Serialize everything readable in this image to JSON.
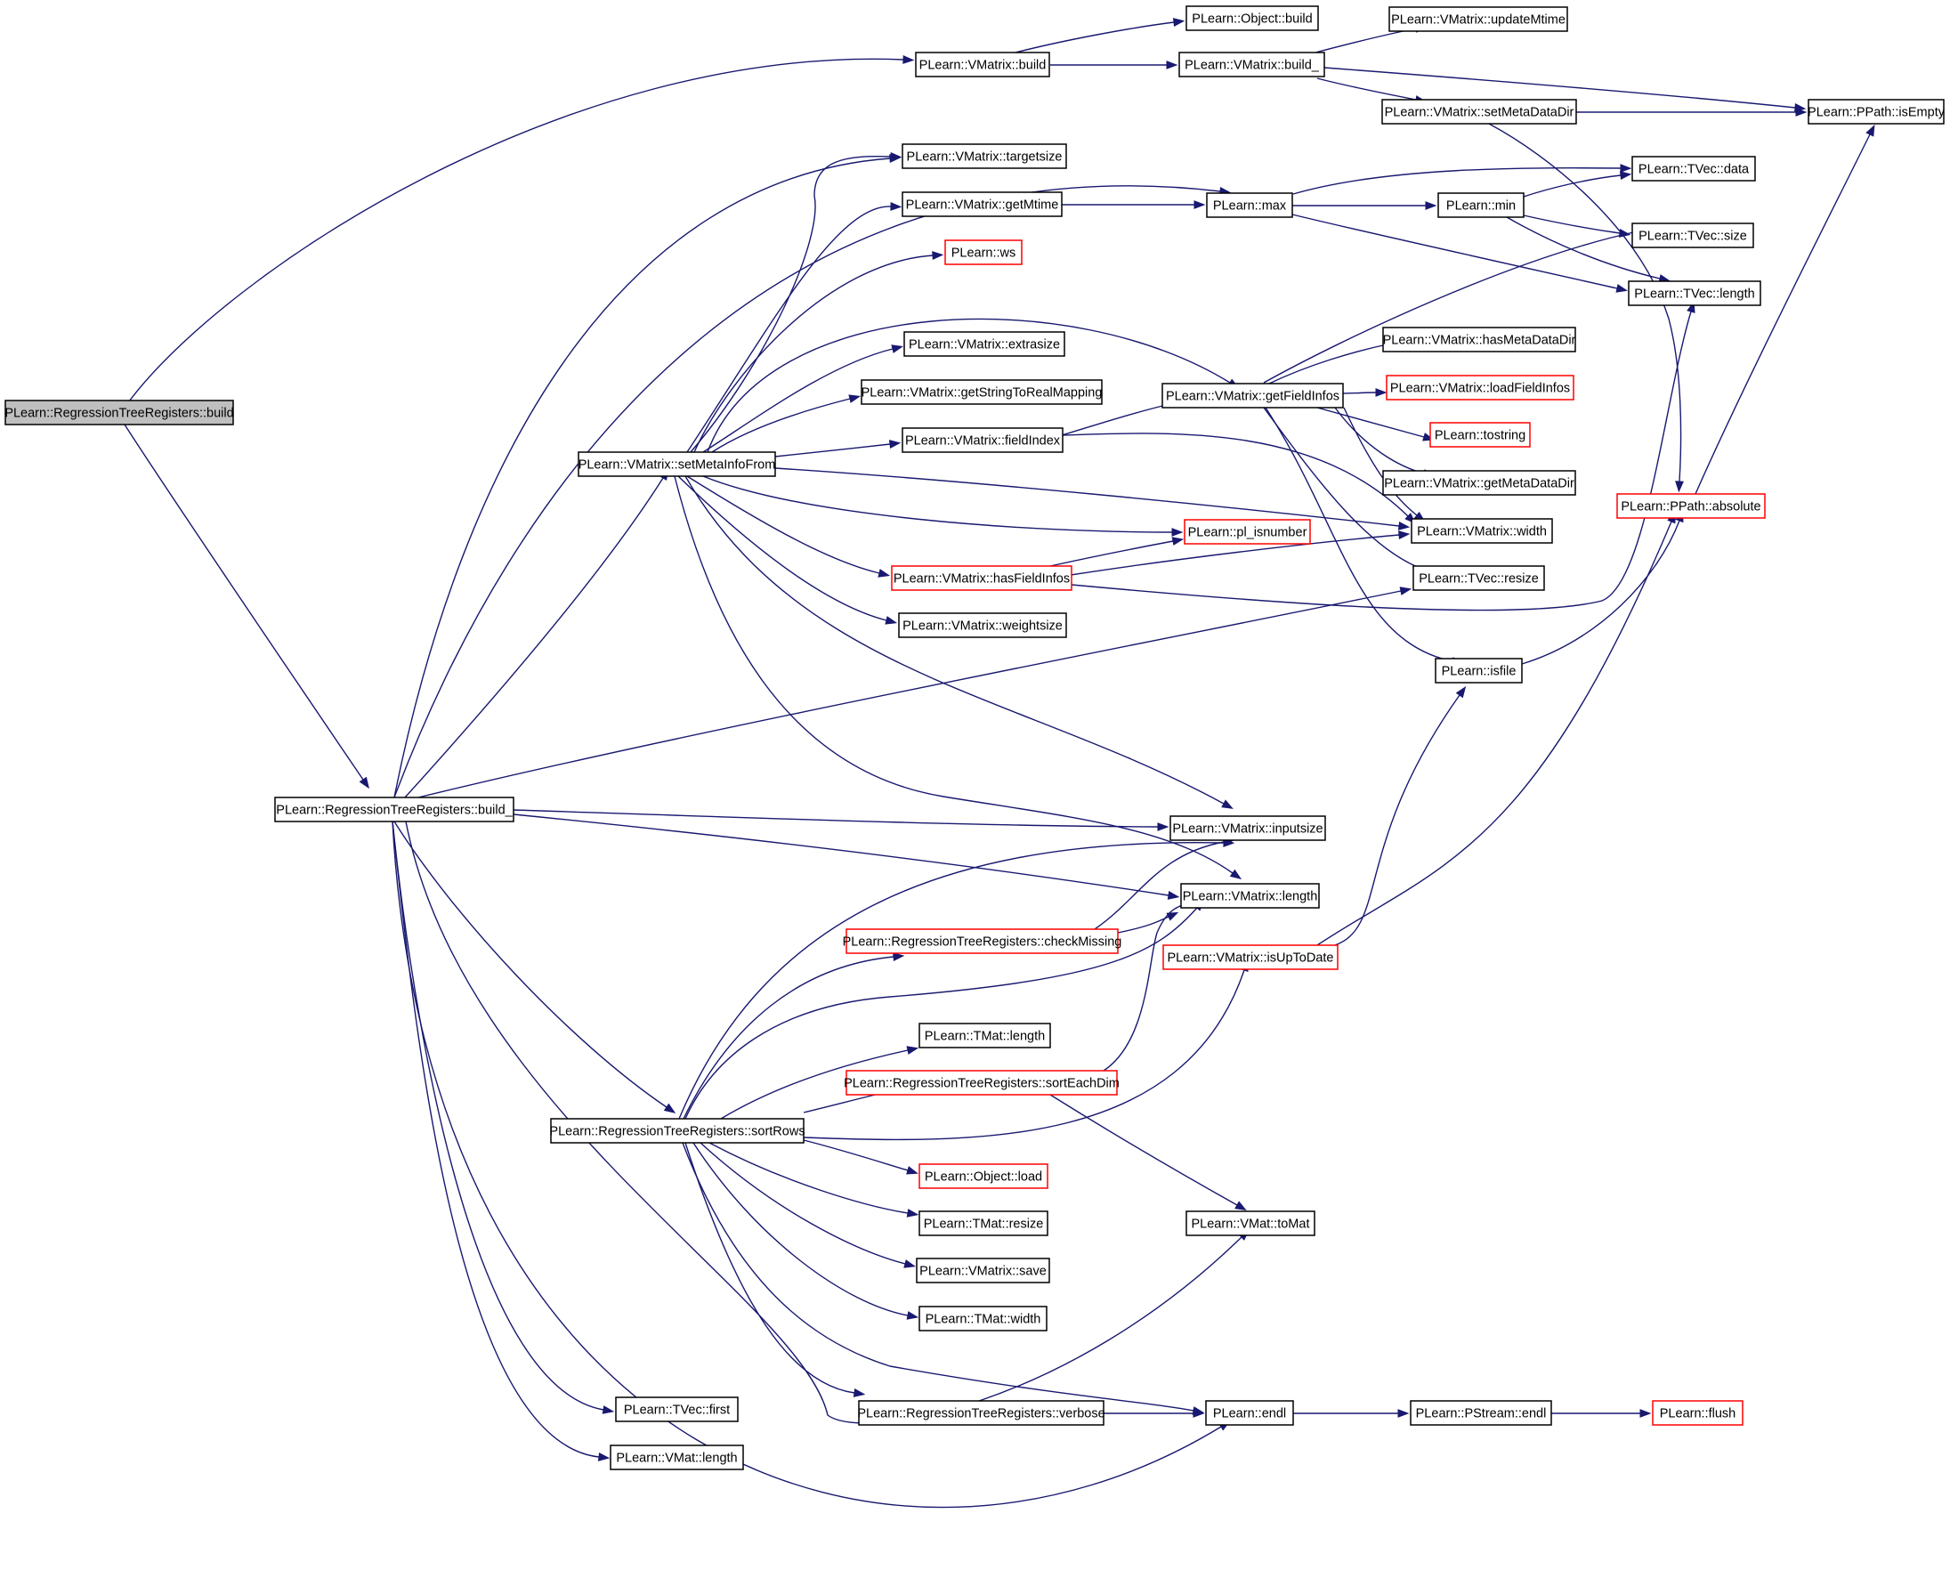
{
  "colors": {
    "edge": "#191970",
    "node_border_normal": "#000000",
    "node_border_truncated": "#ff0000",
    "root_fill": "#bfbfbf",
    "node_fill": "#ffffff"
  },
  "nodes": [
    {
      "id": "rtr_build",
      "label": "PLearn::RegressionTreeRegisters::build",
      "style": "root"
    },
    {
      "id": "vm_build",
      "label": "PLearn::VMatrix::build",
      "style": "normal"
    },
    {
      "id": "obj_build",
      "label": "PLearn::Object::build",
      "style": "normal"
    },
    {
      "id": "vm_updateMtime",
      "label": "PLearn::VMatrix::updateMtime",
      "style": "normal"
    },
    {
      "id": "vm_build_",
      "label": "PLearn::VMatrix::build_",
      "style": "normal"
    },
    {
      "id": "ppath_isEmpty",
      "label": "PLearn::PPath::isEmpty",
      "style": "normal"
    },
    {
      "id": "vm_setMetaDataDir",
      "label": "PLearn::VMatrix::setMetaDataDir",
      "style": "normal"
    },
    {
      "id": "vm_targetsize",
      "label": "PLearn::VMatrix::targetsize",
      "style": "normal"
    },
    {
      "id": "tvec_data",
      "label": "PLearn::TVec::data",
      "style": "normal"
    },
    {
      "id": "vm_getMtime",
      "label": "PLearn::VMatrix::getMtime",
      "style": "normal"
    },
    {
      "id": "max",
      "label": "PLearn::max",
      "style": "normal"
    },
    {
      "id": "min",
      "label": "PLearn::min",
      "style": "normal"
    },
    {
      "id": "tvec_size",
      "label": "PLearn::TVec::size",
      "style": "normal"
    },
    {
      "id": "ws",
      "label": "PLearn::ws",
      "style": "truncated"
    },
    {
      "id": "tvec_length",
      "label": "PLearn::TVec::length",
      "style": "normal"
    },
    {
      "id": "vm_extrasize",
      "label": "PLearn::VMatrix::extrasize",
      "style": "normal"
    },
    {
      "id": "vm_hasMetaDataDir",
      "label": "PLearn::VMatrix::hasMetaDataDir",
      "style": "normal"
    },
    {
      "id": "vm_getStringToRealMapping",
      "label": "PLearn::VMatrix::getStringToRealMapping",
      "style": "normal"
    },
    {
      "id": "vm_getFieldInfos",
      "label": "PLearn::VMatrix::getFieldInfos",
      "style": "normal"
    },
    {
      "id": "vm_loadFieldInfos",
      "label": "PLearn::VMatrix::loadFieldInfos",
      "style": "truncated"
    },
    {
      "id": "vm_fieldIndex",
      "label": "PLearn::VMatrix::fieldIndex",
      "style": "normal"
    },
    {
      "id": "tostring",
      "label": "PLearn::tostring",
      "style": "truncated"
    },
    {
      "id": "vm_setMetaInfoFrom",
      "label": "PLearn::VMatrix::setMetaInfoFrom",
      "style": "normal"
    },
    {
      "id": "vm_getMetaDataDir",
      "label": "PLearn::VMatrix::getMetaDataDir",
      "style": "normal"
    },
    {
      "id": "ppath_absolute",
      "label": "PLearn::PPath::absolute",
      "style": "truncated"
    },
    {
      "id": "pl_isnumber",
      "label": "PLearn::pl_isnumber",
      "style": "truncated"
    },
    {
      "id": "vm_width",
      "label": "PLearn::VMatrix::width",
      "style": "normal"
    },
    {
      "id": "vm_hasFieldInfos",
      "label": "PLearn::VMatrix::hasFieldInfos",
      "style": "truncated"
    },
    {
      "id": "tvec_resize",
      "label": "PLearn::TVec::resize",
      "style": "normal"
    },
    {
      "id": "vm_weightsize",
      "label": "PLearn::VMatrix::weightsize",
      "style": "normal"
    },
    {
      "id": "isfile",
      "label": "PLearn::isfile",
      "style": "normal"
    },
    {
      "id": "rtr_build_",
      "label": "PLearn::RegressionTreeRegisters::build_",
      "style": "normal"
    },
    {
      "id": "vm_inputsize",
      "label": "PLearn::VMatrix::inputsize",
      "style": "normal"
    },
    {
      "id": "vm_length",
      "label": "PLearn::VMatrix::length",
      "style": "normal"
    },
    {
      "id": "rtr_checkMissing",
      "label": "PLearn::RegressionTreeRegisters::checkMissing",
      "style": "truncated"
    },
    {
      "id": "vm_isUpToDate",
      "label": "PLearn::VMatrix::isUpToDate",
      "style": "truncated"
    },
    {
      "id": "tmat_length",
      "label": "PLearn::TMat::length",
      "style": "normal"
    },
    {
      "id": "rtr_sortEachDim",
      "label": "PLearn::RegressionTreeRegisters::sortEachDim",
      "style": "truncated"
    },
    {
      "id": "rtr_sortRows",
      "label": "PLearn::RegressionTreeRegisters::sortRows",
      "style": "normal"
    },
    {
      "id": "obj_load",
      "label": "PLearn::Object::load",
      "style": "truncated"
    },
    {
      "id": "tmat_resize",
      "label": "PLearn::TMat::resize",
      "style": "normal"
    },
    {
      "id": "vmat_toMat",
      "label": "PLearn::VMat::toMat",
      "style": "normal"
    },
    {
      "id": "vm_save",
      "label": "PLearn::VMatrix::save",
      "style": "normal"
    },
    {
      "id": "tmat_width",
      "label": "PLearn::TMat::width",
      "style": "normal"
    },
    {
      "id": "rtr_verbose",
      "label": "PLearn::RegressionTreeRegisters::verbose",
      "style": "normal"
    },
    {
      "id": "endl",
      "label": "PLearn::endl",
      "style": "normal"
    },
    {
      "id": "pstream_endl",
      "label": "PLearn::PStream::endl",
      "style": "normal"
    },
    {
      "id": "flush",
      "label": "PLearn::flush",
      "style": "truncated"
    },
    {
      "id": "tvec_first",
      "label": "PLearn::TVec::first",
      "style": "normal"
    },
    {
      "id": "vmat_length",
      "label": "PLearn::VMat::length",
      "style": "normal"
    }
  ],
  "edges": [
    {
      "from": "rtr_build",
      "to": "vm_build"
    },
    {
      "from": "rtr_build",
      "to": "rtr_build_"
    },
    {
      "from": "vm_build",
      "to": "obj_build"
    },
    {
      "from": "vm_build",
      "to": "vm_build_"
    },
    {
      "from": "vm_build_",
      "to": "vm_updateMtime"
    },
    {
      "from": "vm_build_",
      "to": "ppath_isEmpty"
    },
    {
      "from": "vm_build_",
      "to": "vm_setMetaDataDir"
    },
    {
      "from": "vm_setMetaDataDir",
      "to": "ppath_isEmpty"
    },
    {
      "from": "vm_setMetaDataDir",
      "to": "ppath_absolute"
    },
    {
      "from": "ppath_absolute",
      "to": "ppath_isEmpty"
    },
    {
      "from": "vm_getMtime",
      "to": "max"
    },
    {
      "from": "max",
      "to": "tvec_data"
    },
    {
      "from": "max",
      "to": "min"
    },
    {
      "from": "max",
      "to": "tvec_length"
    },
    {
      "from": "min",
      "to": "tvec_data"
    },
    {
      "from": "min",
      "to": "tvec_size"
    },
    {
      "from": "min",
      "to": "tvec_length"
    },
    {
      "from": "vm_setMetaInfoFrom",
      "to": "vm_targetsize"
    },
    {
      "from": "vm_setMetaInfoFrom",
      "to": "vm_getMtime"
    },
    {
      "from": "vm_setMetaInfoFrom",
      "to": "ws"
    },
    {
      "from": "vm_setMetaInfoFrom",
      "to": "vm_getFieldInfos"
    },
    {
      "from": "vm_setMetaInfoFrom",
      "to": "vm_extrasize"
    },
    {
      "from": "vm_setMetaInfoFrom",
      "to": "vm_getStringToRealMapping"
    },
    {
      "from": "vm_setMetaInfoFrom",
      "to": "vm_fieldIndex"
    },
    {
      "from": "vm_setMetaInfoFrom",
      "to": "vm_width"
    },
    {
      "from": "vm_setMetaInfoFrom",
      "to": "pl_isnumber"
    },
    {
      "from": "vm_setMetaInfoFrom",
      "to": "vm_hasFieldInfos"
    },
    {
      "from": "vm_setMetaInfoFrom",
      "to": "vm_weightsize"
    },
    {
      "from": "vm_setMetaInfoFrom",
      "to": "vm_inputsize"
    },
    {
      "from": "vm_setMetaInfoFrom",
      "to": "vm_length"
    },
    {
      "from": "vm_fieldIndex",
      "to": "vm_getFieldInfos"
    },
    {
      "from": "vm_fieldIndex",
      "to": "vm_width"
    },
    {
      "from": "vm_getFieldInfos",
      "to": "tvec_size"
    },
    {
      "from": "vm_getFieldInfos",
      "to": "vm_hasMetaDataDir"
    },
    {
      "from": "vm_getFieldInfos",
      "to": "vm_loadFieldInfos"
    },
    {
      "from": "vm_getFieldInfos",
      "to": "tostring"
    },
    {
      "from": "vm_getFieldInfos",
      "to": "vm_getMetaDataDir"
    },
    {
      "from": "vm_getFieldInfos",
      "to": "vm_width"
    },
    {
      "from": "vm_getFieldInfos",
      "to": "tvec_resize"
    },
    {
      "from": "vm_getFieldInfos",
      "to": "isfile"
    },
    {
      "from": "vm_hasFieldInfos",
      "to": "pl_isnumber"
    },
    {
      "from": "vm_hasFieldInfos",
      "to": "vm_width"
    },
    {
      "from": "vm_hasFieldInfos",
      "to": "tvec_length"
    },
    {
      "from": "isfile",
      "to": "ppath_absolute"
    },
    {
      "from": "rtr_build_",
      "to": "max"
    },
    {
      "from": "rtr_build_",
      "to": "vm_targetsize"
    },
    {
      "from": "rtr_build_",
      "to": "vm_setMetaInfoFrom"
    },
    {
      "from": "rtr_build_",
      "to": "tvec_resize"
    },
    {
      "from": "rtr_build_",
      "to": "vm_inputsize"
    },
    {
      "from": "rtr_build_",
      "to": "vm_length"
    },
    {
      "from": "rtr_build_",
      "to": "rtr_sortRows"
    },
    {
      "from": "rtr_build_",
      "to": "vmat_toMat"
    },
    {
      "from": "rtr_build_",
      "to": "tvec_first"
    },
    {
      "from": "rtr_build_",
      "to": "vmat_length"
    },
    {
      "from": "rtr_build_",
      "to": "endl"
    },
    {
      "from": "rtr_sortRows",
      "to": "vm_inputsize"
    },
    {
      "from": "rtr_sortRows",
      "to": "rtr_checkMissing"
    },
    {
      "from": "rtr_sortRows",
      "to": "vm_length"
    },
    {
      "from": "rtr_sortRows",
      "to": "tmat_length"
    },
    {
      "from": "rtr_sortRows",
      "to": "rtr_sortEachDim"
    },
    {
      "from": "rtr_sortRows",
      "to": "vm_isUpToDate"
    },
    {
      "from": "rtr_sortRows",
      "to": "obj_load"
    },
    {
      "from": "rtr_sortRows",
      "to": "tmat_resize"
    },
    {
      "from": "rtr_sortRows",
      "to": "vm_save"
    },
    {
      "from": "rtr_sortRows",
      "to": "tmat_width"
    },
    {
      "from": "rtr_sortRows",
      "to": "rtr_verbose"
    },
    {
      "from": "rtr_sortRows",
      "to": "endl"
    },
    {
      "from": "rtr_checkMissing",
      "to": "vm_inputsize"
    },
    {
      "from": "rtr_checkMissing",
      "to": "vm_length"
    },
    {
      "from": "rtr_sortEachDim",
      "to": "vm_length"
    },
    {
      "from": "rtr_sortEachDim",
      "to": "vmat_toMat"
    },
    {
      "from": "vm_isUpToDate",
      "to": "isfile"
    },
    {
      "from": "vm_isUpToDate",
      "to": "ppath_absolute"
    },
    {
      "from": "rtr_verbose",
      "to": "endl"
    },
    {
      "from": "endl",
      "to": "pstream_endl"
    },
    {
      "from": "pstream_endl",
      "to": "flush"
    }
  ]
}
